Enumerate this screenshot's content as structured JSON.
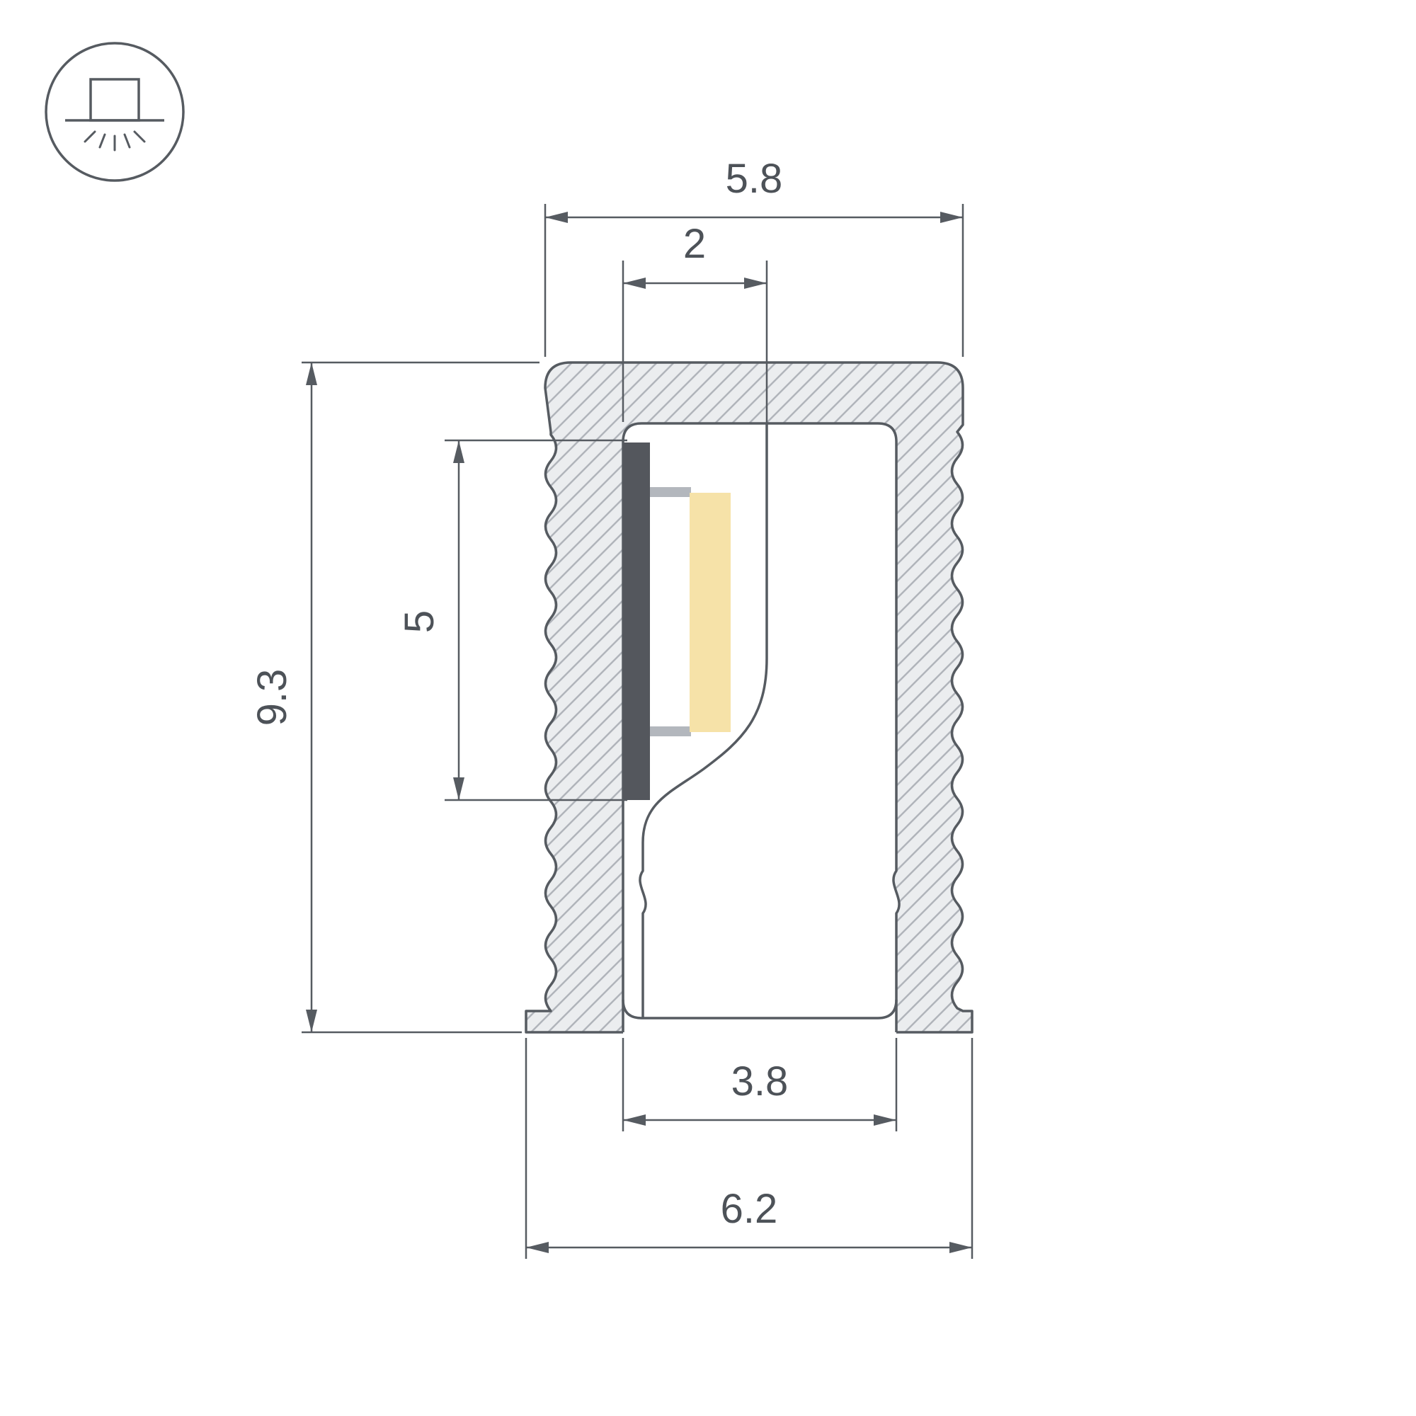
{
  "diagram": {
    "title": "LED profile cross-section drawing",
    "icon": {
      "name": "recessed-light-icon"
    },
    "dimensions": {
      "top_width": "5.8",
      "slot_width": "2",
      "overall_height": "9.3",
      "led_zone_height": "5",
      "bottom_inner_width": "3.8",
      "bottom_width": "6.2"
    },
    "colors": {
      "line": "#565b61",
      "hatch_line": "#b0b4ba",
      "hatch_fill": "#ebedef",
      "pcb": "#54575d",
      "pad": "#b3b7bd",
      "led": "#f6e2a8",
      "text": "#4d5258",
      "background": "#ffffff"
    }
  }
}
